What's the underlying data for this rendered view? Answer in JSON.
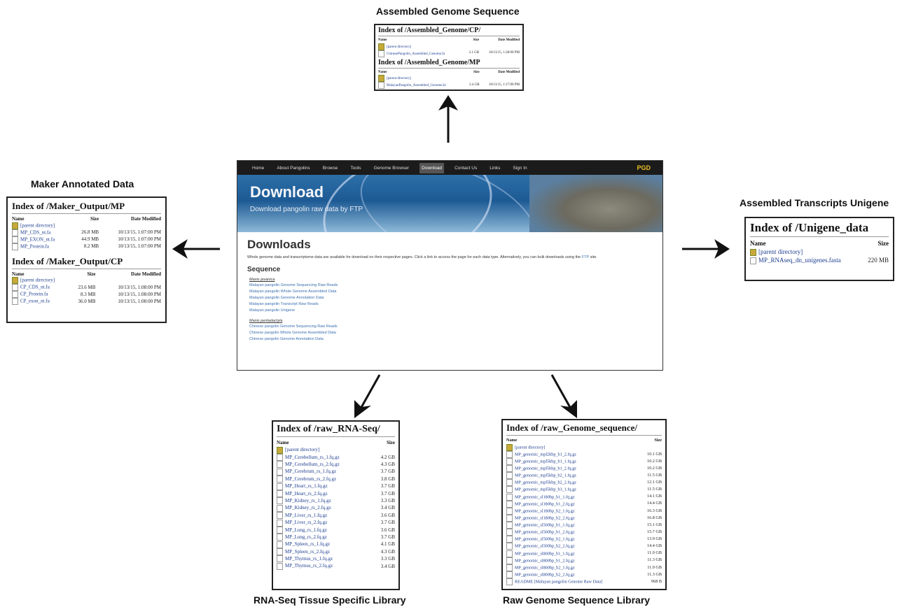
{
  "captions": {
    "top": "Assembled Genome Sequence",
    "left": "Maker Annotated Data",
    "right": "Assembled Transcripts Unigene",
    "bottom_left": "RNA-Seq Tissue Specific Library",
    "bottom_right": "Raw Genome Sequence Library"
  },
  "assembled_genome": {
    "cp": {
      "title": "Index of /Assembled_Genome/CP/",
      "headers": [
        "Name",
        "Size",
        "Date Modified"
      ],
      "parent": "[parent directory]",
      "rows": [
        [
          "ChinesePangolin_Assembled_Genome.fa",
          "2.1 GB",
          "10/13/15, 1:28:00 PM"
        ]
      ]
    },
    "mp": {
      "title": "Index of /Assembled_Genome/MP",
      "headers": [
        "Name",
        "Size",
        "Date Modified"
      ],
      "parent": "[parent directory]",
      "rows": [
        [
          "MalayanPangolin_Assembled_Genome.fa",
          "2.4 GB",
          "10/13/15, 1:17:00 PM"
        ]
      ]
    }
  },
  "maker": {
    "mp": {
      "title": "Index of /Maker_Output/MP",
      "headers": [
        "Name",
        "Size",
        "Date Modified"
      ],
      "parent": "[parent directory]",
      "rows": [
        [
          "MP_CDS_nt.fa",
          "26.8 MB",
          "10/13/15, 1:07:00 PM"
        ],
        [
          "MP_EXON_nt.fa",
          "44.9 MB",
          "10/13/15, 1:07:00 PM"
        ],
        [
          "MP_Protein.fa",
          "8.2 MB",
          "10/13/15, 1:07:00 PM"
        ]
      ]
    },
    "cp": {
      "title": "Index of /Maker_Output/CP",
      "headers": [
        "Name",
        "Size",
        "Date Modified"
      ],
      "parent": "[parent directory]",
      "rows": [
        [
          "CP_CDS_nt.fa",
          "23.6 MB",
          "10/13/15, 1:08:00 PM"
        ],
        [
          "CP_Protein.fa",
          "8.3 MB",
          "10/13/15, 1:08:00 PM"
        ],
        [
          "CP_exon_nt.fa",
          "36.0 MB",
          "10/13/15, 1:08:00 PM"
        ]
      ]
    }
  },
  "unigene": {
    "title": "Index of /Unigene_data",
    "headers": [
      "Name",
      "Size"
    ],
    "parent": "[parent directory]",
    "rows": [
      [
        "MP_RNAseq_dn_unigenes.fasta",
        "220 MB"
      ]
    ]
  },
  "rnaseq": {
    "title": "Index of /raw_RNA-Seq/",
    "headers": [
      "Name",
      "Size"
    ],
    "parent": "[parent directory]",
    "rows": [
      [
        "MP_Cerebellum_rs_1.fq.gz",
        "4.2 GB"
      ],
      [
        "MP_Cerebellum_rs_2.fq.gz",
        "4.3 GB"
      ],
      [
        "MP_Cerebrum_rs_1.fq.gz",
        "3.7 GB"
      ],
      [
        "MP_Cerebrum_rs_2.fq.gz",
        "3.8 GB"
      ],
      [
        "MP_Heart_rs_1.fq.gz",
        "3.7 GB"
      ],
      [
        "MP_Heart_rs_2.fq.gz",
        "3.7 GB"
      ],
      [
        "MP_Kidney_rs_1.fq.gz",
        "3.3 GB"
      ],
      [
        "MP_Kidney_rs_2.fq.gz",
        "3.4 GB"
      ],
      [
        "MP_Liver_rs_1.fq.gz",
        "3.6 GB"
      ],
      [
        "MP_Liver_rs_2.fq.gz",
        "3.7 GB"
      ],
      [
        "MP_Lung_rs_1.fq.gz",
        "3.6 GB"
      ],
      [
        "MP_Lung_rs_2.fq.gz",
        "3.7 GB"
      ],
      [
        "MP_Spleen_rs_1.fq.gz",
        "4.1 GB"
      ],
      [
        "MP_Spleen_rs_2.fq.gz",
        "4.3 GB"
      ],
      [
        "MP_Thymus_rs_1.fq.gz",
        "3.3 GB"
      ],
      [
        "MP_Thymus_rs_2.fq.gz",
        "3.4 GB"
      ]
    ]
  },
  "rawgenome": {
    "title": "Index of /raw_Genome_sequence/",
    "headers": [
      "Name",
      "Size"
    ],
    "parent": "[parent directory]",
    "rows": [
      [
        "MP_genomic_mpl2kbp_b1_2.fq.gz",
        "10.1 GB"
      ],
      [
        "MP_genomic_mpl5kbp_b1_1.fq.gz",
        "10.2 GB"
      ],
      [
        "MP_genomic_mpl5kbp_b1_2.fq.gz",
        "10.2 GB"
      ],
      [
        "MP_genomic_mpl5kbp_b2_1.fq.gz",
        "11.5 GB"
      ],
      [
        "MP_genomic_mpl5kbp_b2_2.fq.gz",
        "12.1 GB"
      ],
      [
        "MP_genomic_mpl5kbp_b3_1.fq.gz",
        "11.5 GB"
      ],
      [
        "MP_genomic_sl180bp_b1_1.fq.gz",
        "14.1 GB"
      ],
      [
        "MP_genomic_sl180bp_b1_2.fq.gz",
        "14.4 GB"
      ],
      [
        "MP_genomic_sl180bp_b2_1.fq.gz",
        "16.3 GB"
      ],
      [
        "MP_genomic_sl180bp_b2_2.fq.gz",
        "16.8 GB"
      ],
      [
        "MP_genomic_sl500bp_b1_1.fq.gz",
        "15.1 GB"
      ],
      [
        "MP_genomic_sl500bp_b1_2.fq.gz",
        "15.7 GB"
      ],
      [
        "MP_genomic_sl500bp_b2_1.fq.gz",
        "13.9 GB"
      ],
      [
        "MP_genomic_sl500bp_b2_2.fq.gz",
        "14.4 GB"
      ],
      [
        "MP_genomic_sl800bp_b1_1.fq.gz",
        "11.0 GB"
      ],
      [
        "MP_genomic_sl800bp_b1_2.fq.gz",
        "11.3 GB"
      ],
      [
        "MP_genomic_sl800bp_b2_1.fq.gz",
        "11.0 GB"
      ],
      [
        "MP_genomic_sl800bp_b2_2.fq.gz",
        "11.3 GB"
      ],
      [
        "README [Malayan pangolin Genome Raw Data]",
        "968 B"
      ]
    ]
  },
  "site": {
    "nav": [
      "Home",
      "About Pangolins",
      "Browse",
      "Tools",
      "Genome Browser",
      "Download",
      "Contact Us",
      "Links",
      "Sign In"
    ],
    "nav_active": "Download",
    "brand": "PGD",
    "banner_title": "Download",
    "banner_subtitle": "Download pangolin raw data by FTP",
    "heading": "Downloads",
    "intro_1": "Whole genome data and transcriptome data are available for download on their respective pages.   Click a link to access the page for each data type. Alternatively, you can bulk downloads using the ",
    "intro_link": "FTP",
    "intro_2": " site.",
    "section": "Sequence",
    "group1": "Manis javanica",
    "links1": [
      "Malayan pangolin Genome Sequencing Raw Reads",
      "Malayan pangolin Whole Genome Assembled Data",
      "Malayan pangolin Genome Annotation Data",
      "Malayan pangolin Transcript Raw Reads",
      "Malayan pangolin Unigene"
    ],
    "group2": "Manis pentadactyla",
    "links2": [
      "Chinese pangolin Genome Sequencing Raw Reads",
      "Chinese pangolin Whole Genome Assembled Data",
      "Chinese pangolin Genome Annotation Data"
    ]
  },
  "colors": {
    "link": "#1c3d8f",
    "nav_bg": "#1b1b1b",
    "brand": "#e8c020",
    "banner": "#2d6fa8"
  }
}
